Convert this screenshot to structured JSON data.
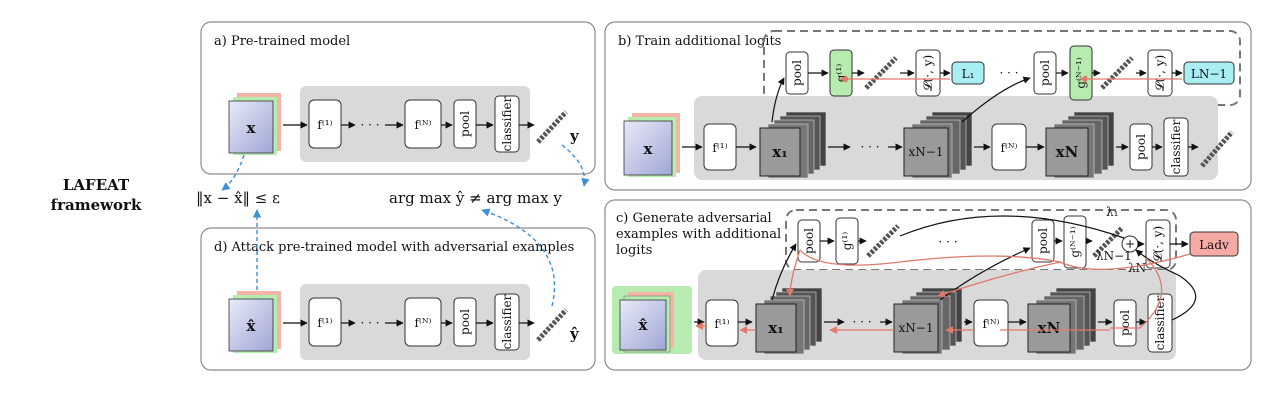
{
  "framework_label_line1": "LAFEAT",
  "framework_label_line2": "framework",
  "panel_a": {
    "title": "a) Pre-trained model"
  },
  "panel_b": {
    "title": "b) Train additional logits"
  },
  "panel_c": {
    "title_line1": "c) Generate adversarial",
    "title_line2": "examples with additional",
    "title_line3": "logits"
  },
  "panel_d": {
    "title": "d) Attack pre-trained model with adversarial examples"
  },
  "labels": {
    "x": "x",
    "x_hat": "x̂",
    "y": "y",
    "y_hat": "ŷ",
    "f1": "f⁽¹⁾",
    "fN": "f⁽ᴺ⁾",
    "dots": "· · ·",
    "pool": "pool",
    "classifier": "classifier",
    "g1": "g⁽¹⁾",
    "gN1": "g⁽ᴺ⁻¹⁾",
    "x1": "x₁",
    "xN1": "xN−1",
    "xN": "xN",
    "loss": "𝓛(·, y)",
    "L1": "L₁",
    "LN1": "LN−1",
    "Ladv": "Ladv",
    "plus": "+",
    "lambda1": "λ₁",
    "lambdaN1": "λN−1",
    "lambdaN": "λN",
    "constraint": "‖x − x̂‖ ≤ ε",
    "argmax": "arg max ŷ ≠ arg max y"
  },
  "colors": {
    "panel_border": "#8c8c8c",
    "gray_block": "#d9d9d9",
    "green_node": "#b6ecb0",
    "cyan_node": "#a9eef2",
    "red_node": "#f6aaa6",
    "blue_dash": "#3d8fd6",
    "red_flow": "#e07a6a",
    "cube_face": "#c9cde8"
  }
}
